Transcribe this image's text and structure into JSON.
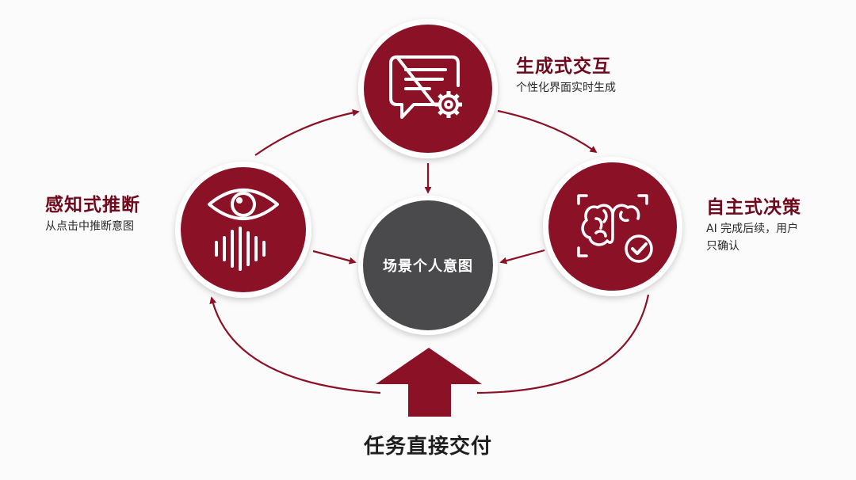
{
  "colors": {
    "accent": "#8b1126",
    "accent_dark": "#6e0a1d",
    "center": "#4a4a4c",
    "arrow": "#8b1126",
    "background": "#fcfbfb"
  },
  "center": {
    "label": "场景个人意图"
  },
  "nodes": [
    {
      "id": "generative",
      "title": "生成式交互",
      "subtitle": [
        "个性化界面实时生成"
      ],
      "icon": "chat-bubble-gear-icon"
    },
    {
      "id": "perceptive",
      "title": "感知式推断",
      "subtitle": [
        "从点击中推断意图"
      ],
      "icon": "eye-soundwave-icon"
    },
    {
      "id": "autonomous",
      "title": "自主式决策",
      "subtitle": [
        "AI 完成后续，用户",
        "只确认"
      ],
      "icon": "brain-check-icon"
    }
  ],
  "bottom": {
    "label": "任务直接交付",
    "icon": "up-arrow-icon"
  }
}
